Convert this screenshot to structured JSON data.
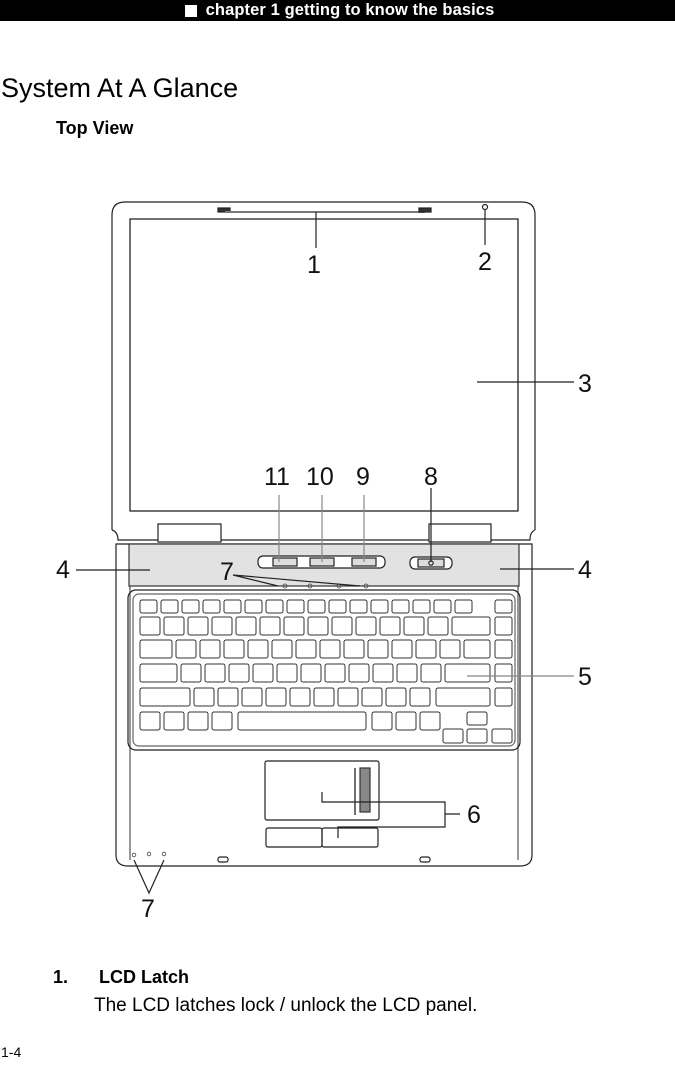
{
  "header": {
    "icon": "white-square-icon",
    "text": "chapter 1 getting to know the basics",
    "background": "#000000",
    "foreground": "#ffffff"
  },
  "page": {
    "title": "System At A Glance",
    "subtitle": "Top View",
    "page_number": "1-4"
  },
  "diagram": {
    "subject": "laptop-top-view",
    "callouts": [
      "1",
      "2",
      "3",
      "4",
      "4",
      "5",
      "6",
      "7",
      "7",
      "8",
      "9",
      "10",
      "11"
    ]
  },
  "items": [
    {
      "number": "1.",
      "title": "LCD Latch",
      "description": "The LCD latches lock / unlock the LCD panel."
    }
  ]
}
